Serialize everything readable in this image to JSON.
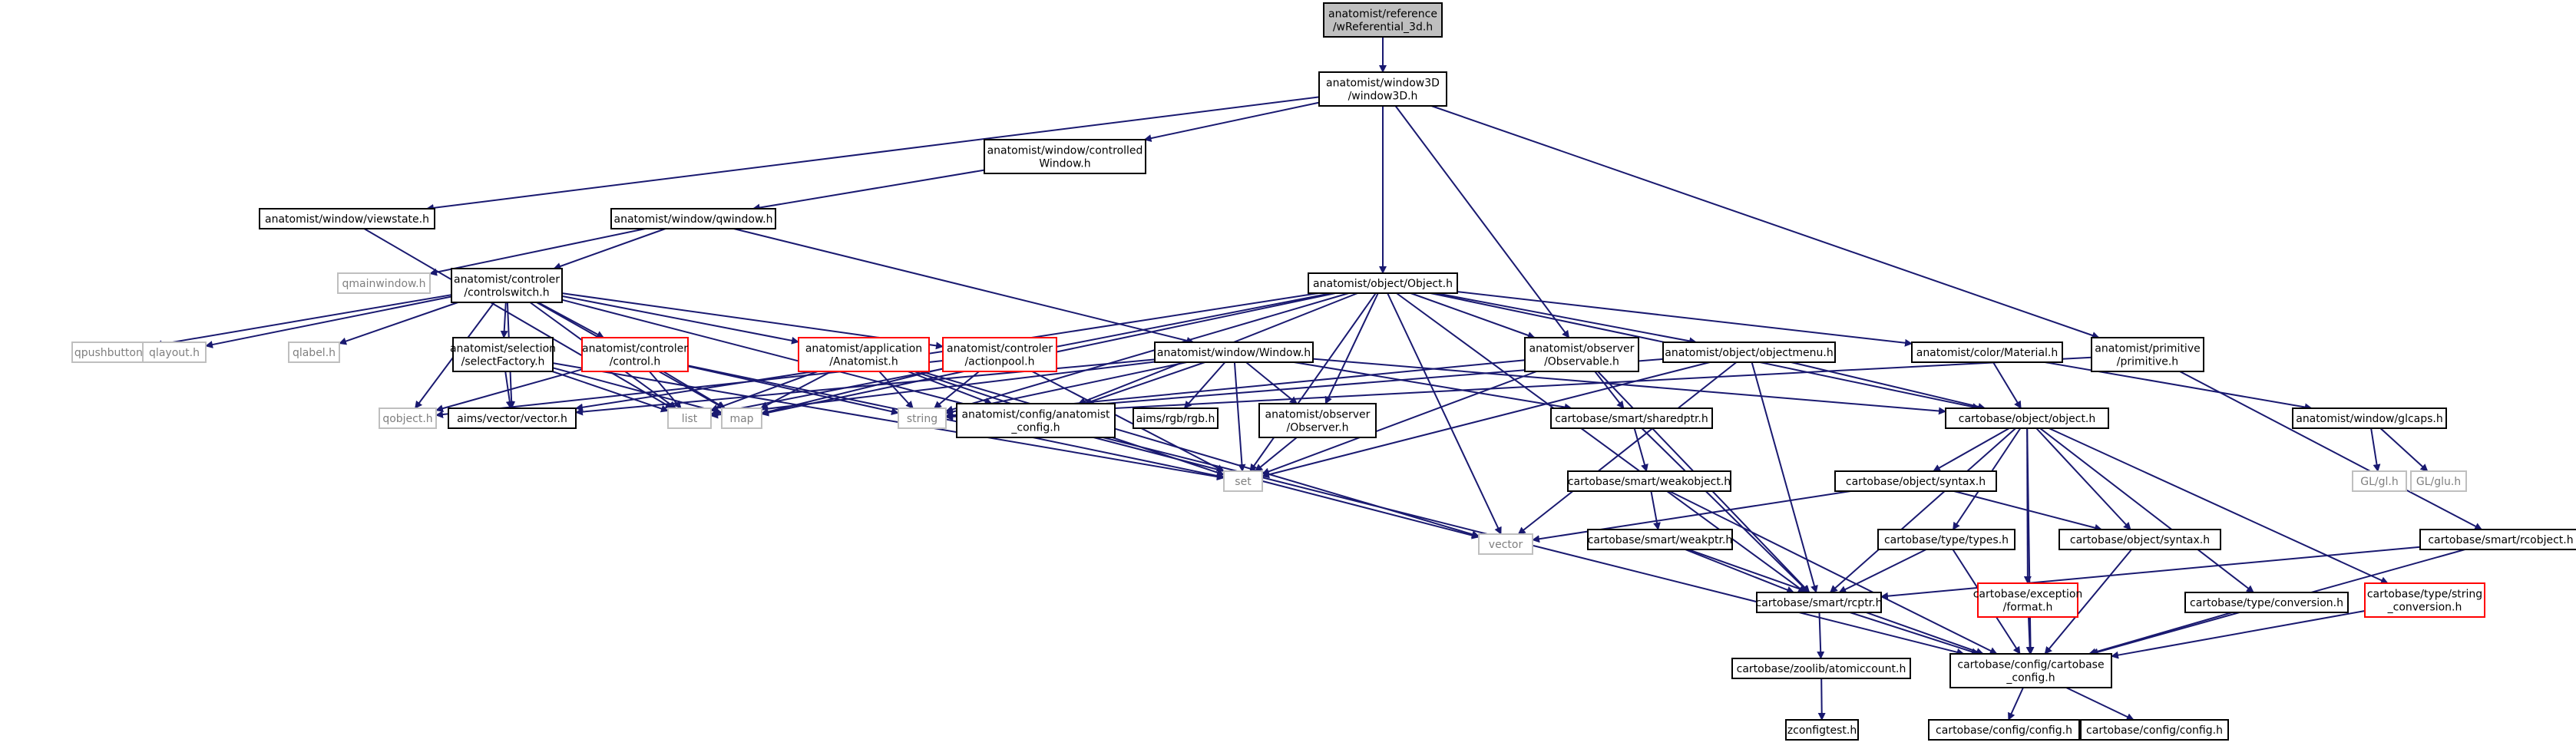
{
  "colors": {
    "edge": "#191970",
    "node_border": "#000000",
    "highlight_border": "#ff0000",
    "external_border": "#bfbfbf",
    "external_text": "#7f7f7f",
    "root_fill": "#bfbfbf",
    "node_fill": "#ffffff",
    "text": "#000000"
  },
  "nodes": [
    {
      "id": "root",
      "kind": "root",
      "lines": [
        "anatomist/reference",
        "/wReferential_3d.h"
      ]
    },
    {
      "id": "window3D",
      "kind": "normal",
      "lines": [
        "anatomist/window3D",
        "/window3D.h"
      ]
    },
    {
      "id": "controlledWindow",
      "kind": "normal",
      "lines": [
        "anatomist/window/controlled",
        "Window.h"
      ]
    },
    {
      "id": "viewstate",
      "kind": "normal",
      "lines": [
        "anatomist/window/viewstate.h"
      ]
    },
    {
      "id": "qwindow",
      "kind": "normal",
      "lines": [
        "anatomist/window/qwindow.h"
      ]
    },
    {
      "id": "qmainwindow",
      "kind": "external",
      "lines": [
        "qmainwindow.h"
      ]
    },
    {
      "id": "controlswitch",
      "kind": "normal",
      "lines": [
        "anatomist/controler",
        "/controlswitch.h"
      ]
    },
    {
      "id": "object",
      "kind": "normal",
      "lines": [
        "anatomist/object/Object.h"
      ]
    },
    {
      "id": "qpushbutton",
      "kind": "external",
      "lines": [
        "qpushbutton.h"
      ]
    },
    {
      "id": "qlayout",
      "kind": "external",
      "lines": [
        "qlayout.h"
      ]
    },
    {
      "id": "qlabel",
      "kind": "external",
      "lines": [
        "qlabel.h"
      ]
    },
    {
      "id": "selectFactory",
      "kind": "normal",
      "lines": [
        "anatomist/selection",
        "/selectFactory.h"
      ]
    },
    {
      "id": "control",
      "kind": "highlight",
      "lines": [
        "anatomist/controler",
        "/control.h"
      ]
    },
    {
      "id": "anatomistApp",
      "kind": "highlight",
      "lines": [
        "anatomist/application",
        "/Anatomist.h"
      ]
    },
    {
      "id": "actionpool",
      "kind": "highlight",
      "lines": [
        "anatomist/controler",
        "/actionpool.h"
      ]
    },
    {
      "id": "windowH",
      "kind": "normal",
      "lines": [
        "anatomist/window/Window.h"
      ]
    },
    {
      "id": "observable",
      "kind": "normal",
      "lines": [
        "anatomist/observer",
        "/Observable.h"
      ]
    },
    {
      "id": "objectmenu",
      "kind": "normal",
      "lines": [
        "anatomist/object/objectmenu.h"
      ]
    },
    {
      "id": "material",
      "kind": "normal",
      "lines": [
        "anatomist/color/Material.h"
      ]
    },
    {
      "id": "primitive",
      "kind": "normal",
      "lines": [
        "anatomist/primitive",
        "/primitive.h"
      ]
    },
    {
      "id": "qobject",
      "kind": "external",
      "lines": [
        "qobject.h"
      ]
    },
    {
      "id": "vectorh",
      "kind": "normal",
      "lines": [
        "aims/vector/vector.h"
      ]
    },
    {
      "id": "list",
      "kind": "external",
      "lines": [
        "list"
      ]
    },
    {
      "id": "map",
      "kind": "external",
      "lines": [
        "map"
      ]
    },
    {
      "id": "string",
      "kind": "external",
      "lines": [
        "string"
      ]
    },
    {
      "id": "anatomistConfig",
      "kind": "normal",
      "lines": [
        "anatomist/config/anatomist",
        "_config.h"
      ]
    },
    {
      "id": "rgb",
      "kind": "normal",
      "lines": [
        "aims/rgb/rgb.h"
      ]
    },
    {
      "id": "observer",
      "kind": "normal",
      "lines": [
        "anatomist/observer",
        "/Observer.h"
      ]
    },
    {
      "id": "sharedptr",
      "kind": "normal",
      "lines": [
        "cartobase/smart/sharedptr.h"
      ]
    },
    {
      "id": "cbObject",
      "kind": "normal",
      "lines": [
        "cartobase/object/object.h"
      ]
    },
    {
      "id": "glcaps",
      "kind": "normal",
      "lines": [
        "anatomist/window/glcaps.h"
      ]
    },
    {
      "id": "set",
      "kind": "external",
      "lines": [
        "set"
      ]
    },
    {
      "id": "weakobject",
      "kind": "normal",
      "lines": [
        "cartobase/smart/weakobject.h"
      ]
    },
    {
      "id": "syntax1",
      "kind": "normal",
      "lines": [
        "cartobase/object/syntax.h"
      ]
    },
    {
      "id": "gl",
      "kind": "external",
      "lines": [
        "GL/gl.h"
      ]
    },
    {
      "id": "glu",
      "kind": "external",
      "lines": [
        "GL/glu.h"
      ]
    },
    {
      "id": "vector",
      "kind": "external",
      "lines": [
        "vector"
      ]
    },
    {
      "id": "weakptr",
      "kind": "normal",
      "lines": [
        "cartobase/smart/weakptr.h"
      ]
    },
    {
      "id": "types",
      "kind": "normal",
      "lines": [
        "cartobase/type/types.h"
      ]
    },
    {
      "id": "syntax2",
      "kind": "normal",
      "lines": [
        "cartobase/object/syntax.h"
      ]
    },
    {
      "id": "rcobject",
      "kind": "normal",
      "lines": [
        "cartobase/smart/rcobject.h"
      ]
    },
    {
      "id": "rcptr",
      "kind": "normal",
      "lines": [
        "cartobase/smart/rcptr.h"
      ]
    },
    {
      "id": "format",
      "kind": "highlight",
      "lines": [
        "cartobase/exception",
        "/format.h"
      ]
    },
    {
      "id": "conversion",
      "kind": "normal",
      "lines": [
        "cartobase/type/conversion.h"
      ]
    },
    {
      "id": "stringConversion",
      "kind": "highlight",
      "lines": [
        "cartobase/type/string",
        "_conversion.h"
      ]
    },
    {
      "id": "atomiccount",
      "kind": "normal",
      "lines": [
        "cartobase/zoolib/atomiccount.h"
      ]
    },
    {
      "id": "cartobaseConfig",
      "kind": "normal",
      "lines": [
        "cartobase/config/cartobase",
        "_config.h"
      ]
    },
    {
      "id": "zconfigtest",
      "kind": "normal",
      "lines": [
        "zconfigtest.h"
      ]
    },
    {
      "id": "config1",
      "kind": "normal",
      "lines": [
        "cartobase/config/config.h"
      ]
    },
    {
      "id": "config2",
      "kind": "normal",
      "lines": [
        "cartobase/config/config.h"
      ]
    }
  ],
  "edges": [
    [
      "root",
      "window3D"
    ],
    [
      "window3D",
      "controlledWindow"
    ],
    [
      "window3D",
      "viewstate"
    ],
    [
      "window3D",
      "object"
    ],
    [
      "window3D",
      "observable"
    ],
    [
      "window3D",
      "primitive"
    ],
    [
      "controlledWindow",
      "qwindow"
    ],
    [
      "viewstate",
      "list"
    ],
    [
      "qwindow",
      "qmainwindow"
    ],
    [
      "qwindow",
      "controlswitch"
    ],
    [
      "qwindow",
      "windowH"
    ],
    [
      "controlswitch",
      "qpushbutton"
    ],
    [
      "controlswitch",
      "qlayout"
    ],
    [
      "controlswitch",
      "qlabel"
    ],
    [
      "controlswitch",
      "selectFactory"
    ],
    [
      "controlswitch",
      "control"
    ],
    [
      "controlswitch",
      "anatomistApp"
    ],
    [
      "controlswitch",
      "actionpool"
    ],
    [
      "controlswitch",
      "qobject"
    ],
    [
      "controlswitch",
      "vectorh"
    ],
    [
      "controlswitch",
      "list"
    ],
    [
      "controlswitch",
      "map"
    ],
    [
      "controlswitch",
      "vector"
    ],
    [
      "object",
      "vectorh"
    ],
    [
      "object",
      "list"
    ],
    [
      "object",
      "map"
    ],
    [
      "object",
      "string"
    ],
    [
      "object",
      "anatomistConfig"
    ],
    [
      "object",
      "observer"
    ],
    [
      "object",
      "observable"
    ],
    [
      "object",
      "objectmenu"
    ],
    [
      "object",
      "material"
    ],
    [
      "object",
      "cbObject"
    ],
    [
      "object",
      "set"
    ],
    [
      "object",
      "vector"
    ],
    [
      "object",
      "rcptr"
    ],
    [
      "selectFactory",
      "vectorh"
    ],
    [
      "selectFactory",
      "list"
    ],
    [
      "selectFactory",
      "map"
    ],
    [
      "selectFactory",
      "set"
    ],
    [
      "control",
      "qobject"
    ],
    [
      "control",
      "list"
    ],
    [
      "control",
      "map"
    ],
    [
      "control",
      "string"
    ],
    [
      "control",
      "set"
    ],
    [
      "anatomistApp",
      "list"
    ],
    [
      "anatomistApp",
      "string"
    ],
    [
      "anatomistApp",
      "set"
    ],
    [
      "anatomistApp",
      "map"
    ],
    [
      "anatomistApp",
      "anatomistConfig"
    ],
    [
      "anatomistApp",
      "vector"
    ],
    [
      "actionpool",
      "qobject"
    ],
    [
      "actionpool",
      "map"
    ],
    [
      "actionpool",
      "string"
    ],
    [
      "actionpool",
      "set"
    ],
    [
      "windowH",
      "list"
    ],
    [
      "windowH",
      "string"
    ],
    [
      "windowH",
      "set"
    ],
    [
      "windowH",
      "anatomistConfig"
    ],
    [
      "windowH",
      "rgb"
    ],
    [
      "windowH",
      "observer"
    ],
    [
      "windowH",
      "sharedptr"
    ],
    [
      "windowH",
      "cbObject"
    ],
    [
      "windowH",
      "vectorh"
    ],
    [
      "observable",
      "set"
    ],
    [
      "observable",
      "sharedptr"
    ],
    [
      "observable",
      "rcptr"
    ],
    [
      "observable",
      "string"
    ],
    [
      "objectmenu",
      "string"
    ],
    [
      "objectmenu",
      "set"
    ],
    [
      "objectmenu",
      "vector"
    ],
    [
      "objectmenu",
      "rcptr"
    ],
    [
      "objectmenu",
      "cbObject"
    ],
    [
      "material",
      "cbObject"
    ],
    [
      "material",
      "glcaps"
    ],
    [
      "primitive",
      "string"
    ],
    [
      "primitive",
      "rcobject"
    ],
    [
      "anatomistConfig",
      "cartobaseConfig"
    ],
    [
      "observer",
      "set"
    ],
    [
      "sharedptr",
      "weakobject"
    ],
    [
      "sharedptr",
      "rcptr"
    ],
    [
      "cbObject",
      "syntax1"
    ],
    [
      "cbObject",
      "syntax2"
    ],
    [
      "cbObject",
      "rcptr"
    ],
    [
      "cbObject",
      "types"
    ],
    [
      "cbObject",
      "format"
    ],
    [
      "cbObject",
      "conversion"
    ],
    [
      "cbObject",
      "stringConversion"
    ],
    [
      "cbObject",
      "cartobaseConfig"
    ],
    [
      "glcaps",
      "gl"
    ],
    [
      "glcaps",
      "glu"
    ],
    [
      "weakobject",
      "weakptr"
    ],
    [
      "weakobject",
      "cartobaseConfig"
    ],
    [
      "syntax1",
      "vector"
    ],
    [
      "syntax1",
      "syntax2"
    ],
    [
      "weakptr",
      "rcptr"
    ],
    [
      "weakptr",
      "cartobaseConfig"
    ],
    [
      "types",
      "rcptr"
    ],
    [
      "types",
      "cartobaseConfig"
    ],
    [
      "syntax2",
      "cartobaseConfig"
    ],
    [
      "rcobject",
      "rcptr"
    ],
    [
      "rcobject",
      "cartobaseConfig"
    ],
    [
      "rcptr",
      "atomiccount"
    ],
    [
      "rcptr",
      "cartobaseConfig"
    ],
    [
      "format",
      "cartobaseConfig"
    ],
    [
      "conversion",
      "cartobaseConfig"
    ],
    [
      "stringConversion",
      "cartobaseConfig"
    ],
    [
      "atomiccount",
      "zconfigtest"
    ],
    [
      "cartobaseConfig",
      "config1"
    ],
    [
      "cartobaseConfig",
      "config2"
    ]
  ]
}
